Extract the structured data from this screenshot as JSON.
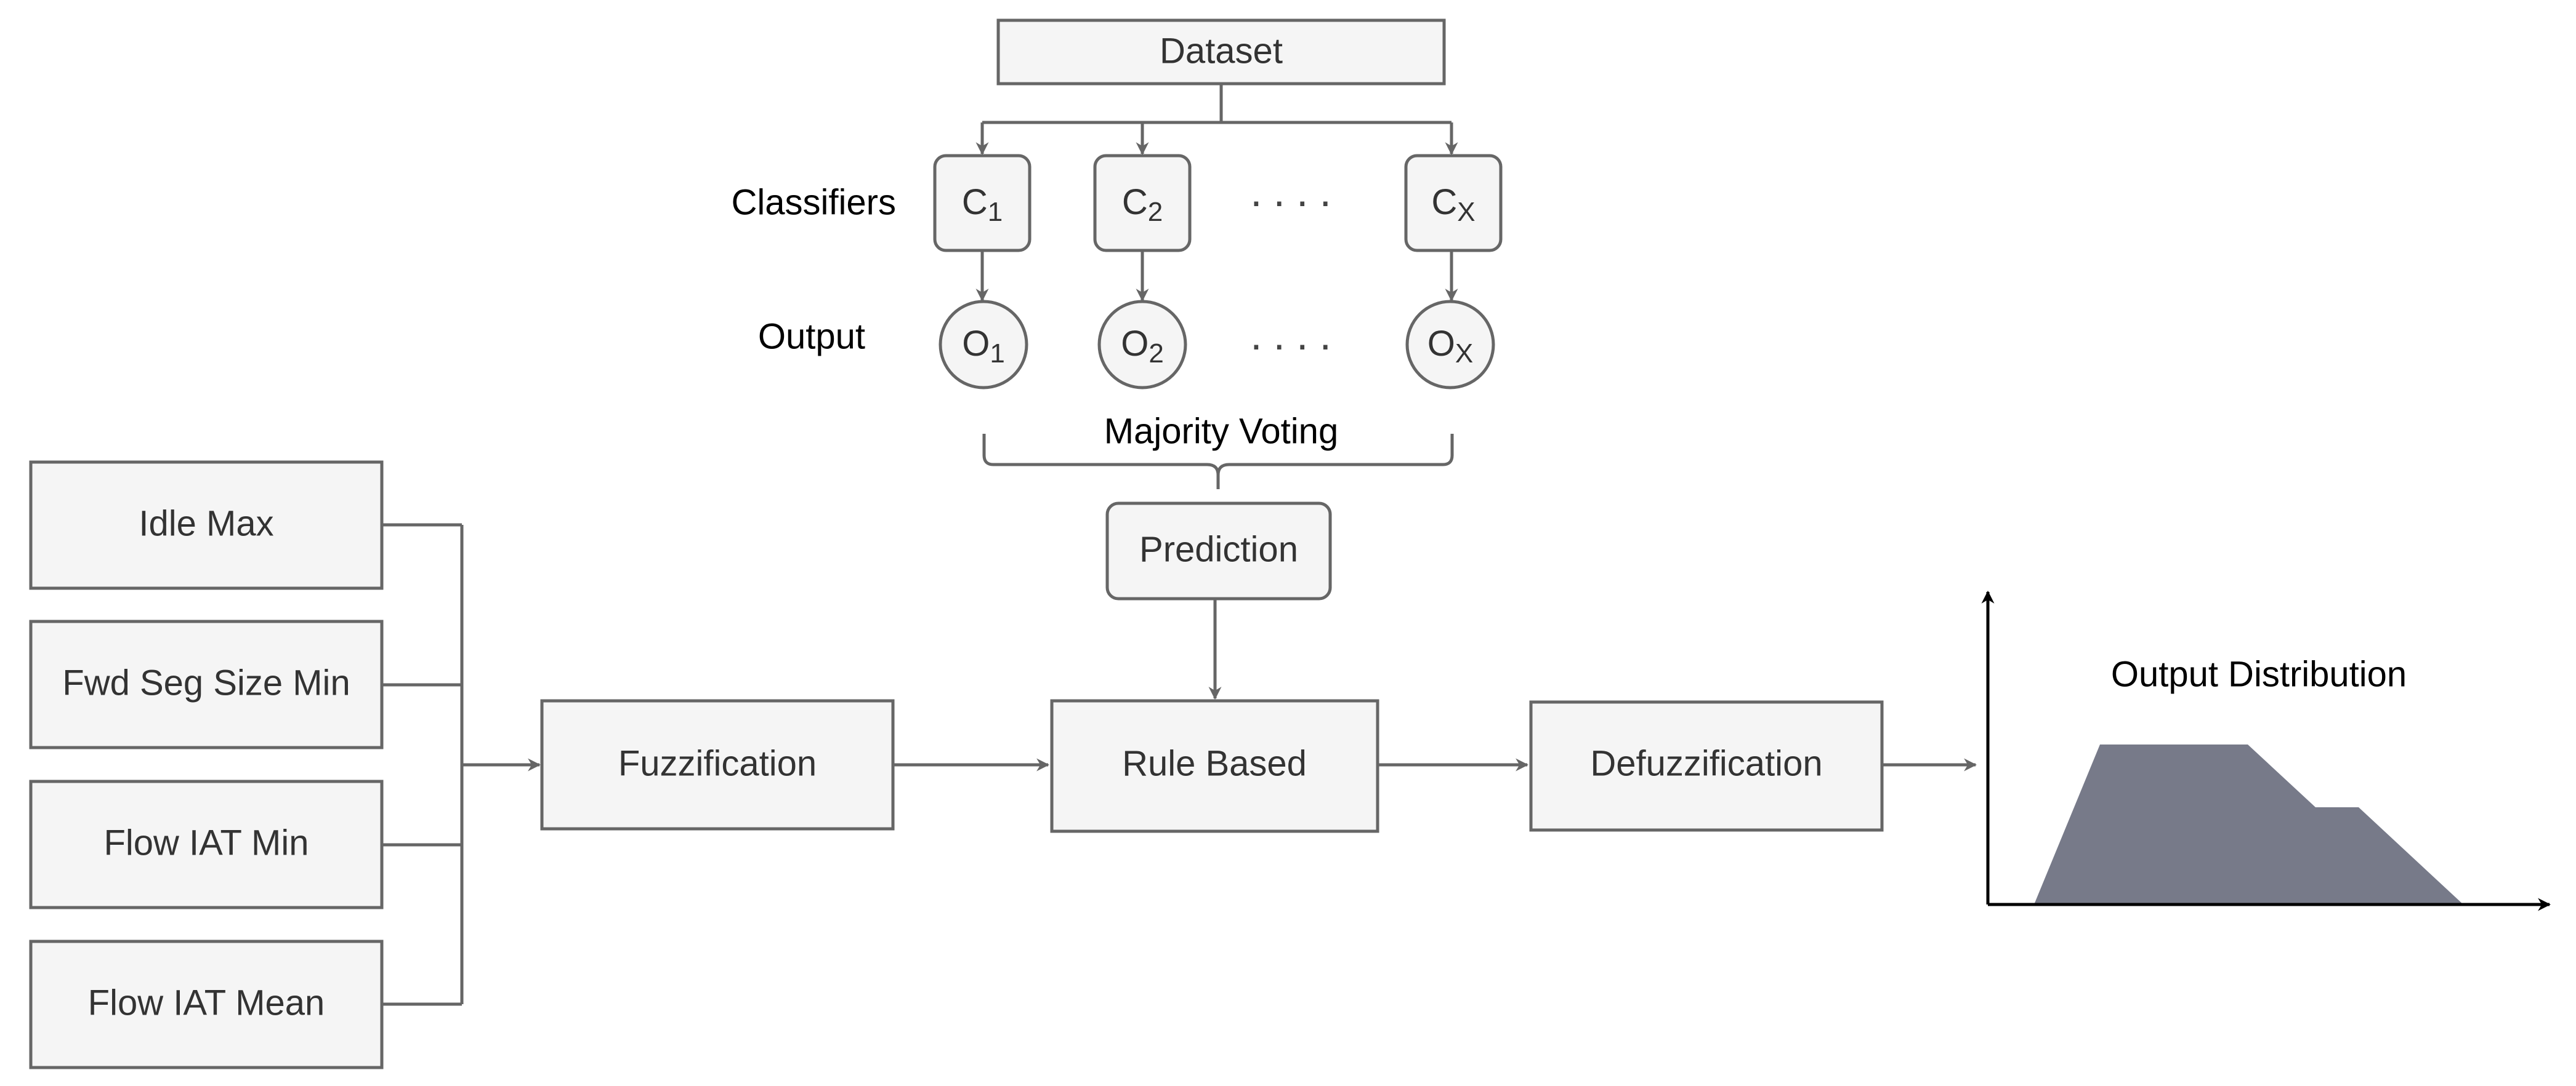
{
  "top": {
    "dataset": "Dataset",
    "classifiers_label": "Classifiers",
    "output_label": "Output",
    "classifiers": [
      {
        "letter": "C",
        "sub": "1"
      },
      {
        "letter": "C",
        "sub": "2"
      },
      {
        "letter": "C",
        "sub": "X"
      }
    ],
    "outputs": [
      {
        "letter": "O",
        "sub": "1"
      },
      {
        "letter": "O",
        "sub": "2"
      },
      {
        "letter": "O",
        "sub": "X"
      }
    ],
    "ellipsis": "....",
    "majority_voting": "Majority Voting",
    "prediction": "Prediction"
  },
  "features": [
    "Idle Max",
    "Fwd Seg Size Min",
    "Flow IAT Min",
    "Flow IAT Mean"
  ],
  "pipeline": {
    "fuzzification": "Fuzzification",
    "rule_based": "Rule Based",
    "defuzzification": "Defuzzification"
  },
  "output_distribution": {
    "title": "Output Distribution",
    "fill_color": "#777a89"
  },
  "colors": {
    "node_fill": "#f5f5f5",
    "node_stroke": "#666666",
    "axis": "#000000"
  }
}
